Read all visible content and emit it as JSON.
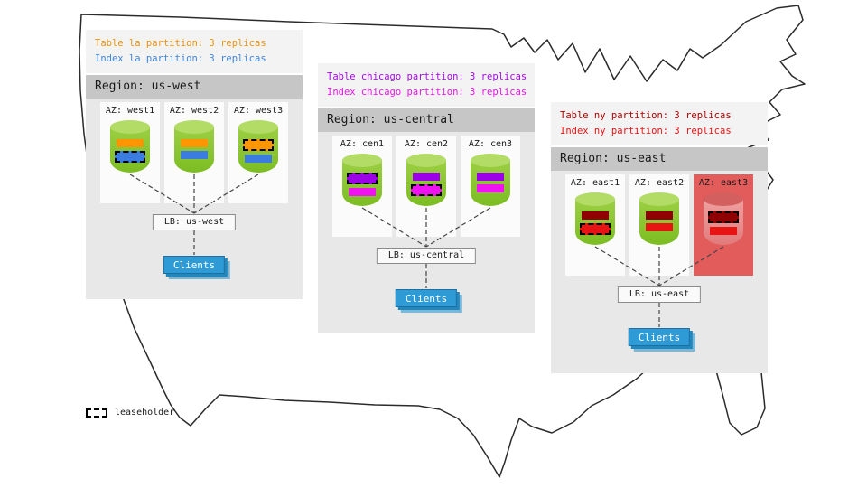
{
  "clients_color": "#2e9bd6",
  "legend": {
    "label": "leaseholder"
  },
  "regions": [
    {
      "title": "Region: us-west",
      "annotation": {
        "table": "Table la partition: 3 replicas",
        "index": "Index la partition: 3 replicas"
      },
      "colors": {
        "table": "#ff9500",
        "table_text": "#f0930a",
        "index": "#3a7ce0",
        "index_text": "#4285d8"
      },
      "azs": [
        {
          "label": "AZ: west1",
          "table_leaseholder": false,
          "index_leaseholder": true,
          "down": false
        },
        {
          "label": "AZ: west2",
          "table_leaseholder": false,
          "index_leaseholder": false,
          "down": false
        },
        {
          "label": "AZ: west3",
          "table_leaseholder": true,
          "index_leaseholder": false,
          "down": false
        }
      ],
      "lb": "LB: us-west",
      "clients": "Clients"
    },
    {
      "title": "Region: us-central",
      "annotation": {
        "table": "Table chicago partition: 3 replicas",
        "index": "Index chicago partition: 3 replicas"
      },
      "colors": {
        "table": "#9b00e8",
        "table_text": "#a40ae8",
        "index": "#f012f0",
        "index_text": "#f012f0"
      },
      "azs": [
        {
          "label": "AZ: cen1",
          "table_leaseholder": true,
          "index_leaseholder": false,
          "down": false
        },
        {
          "label": "AZ: cen2",
          "table_leaseholder": false,
          "index_leaseholder": true,
          "down": false
        },
        {
          "label": "AZ: cen3",
          "table_leaseholder": false,
          "index_leaseholder": false,
          "down": false
        }
      ],
      "lb": "LB: us-central",
      "clients": "Clients"
    },
    {
      "title": "Region: us-east",
      "annotation": {
        "table": "Table ny partition: 3 replicas",
        "index": "Index ny partition: 3 replicas"
      },
      "colors": {
        "table": "#8f0000",
        "table_text": "#b00000",
        "index": "#e81414",
        "index_text": "#e81414"
      },
      "azs": [
        {
          "label": "AZ: east1",
          "table_leaseholder": false,
          "index_leaseholder": true,
          "down": false
        },
        {
          "label": "AZ: east2",
          "table_leaseholder": false,
          "index_leaseholder": false,
          "down": false
        },
        {
          "label": "AZ: east3",
          "table_leaseholder": true,
          "index_leaseholder": false,
          "down": true,
          "down_color": "#e25c5c"
        }
      ],
      "lb": "LB: us-east",
      "clients": "Clients"
    }
  ]
}
